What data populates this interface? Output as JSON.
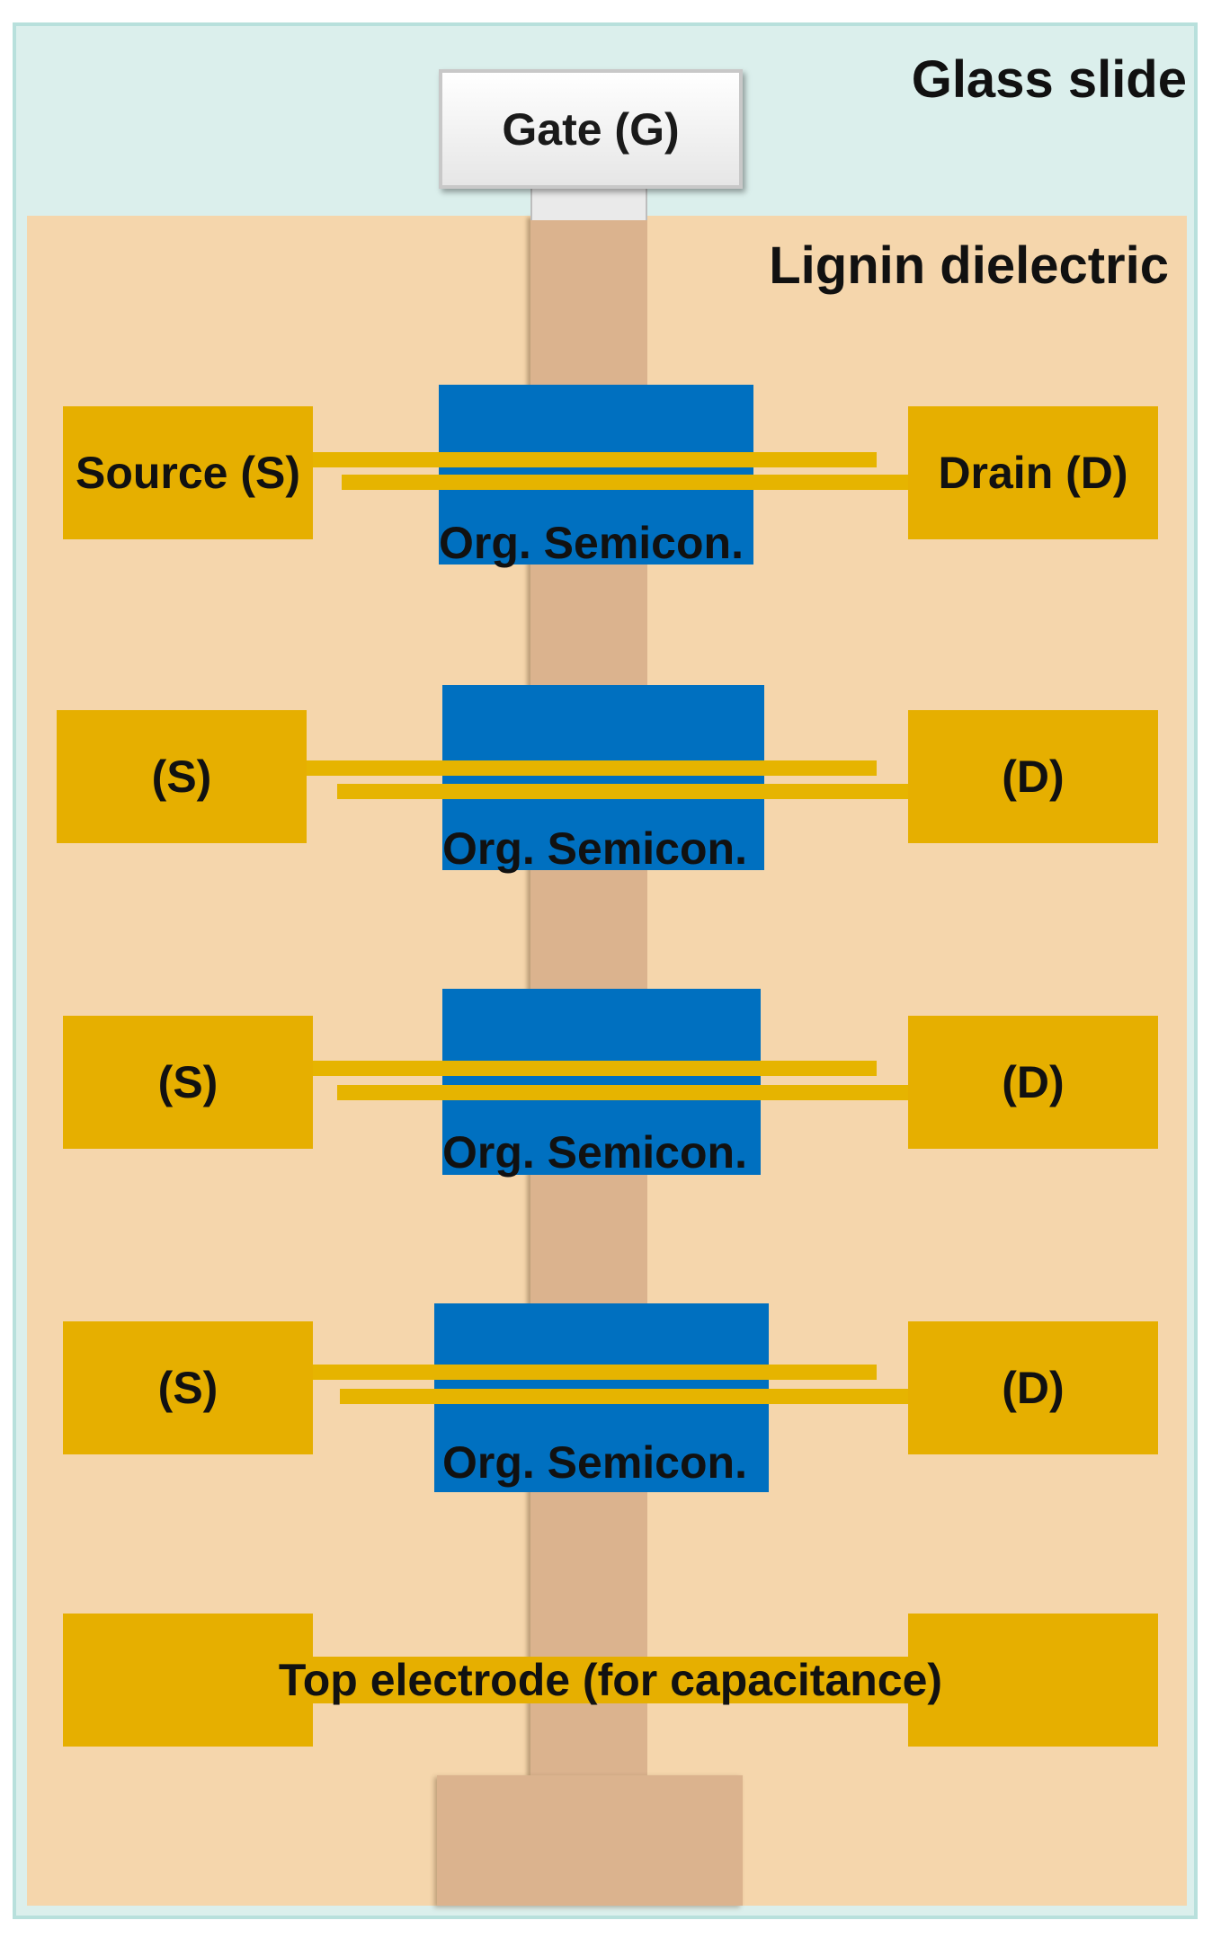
{
  "labels": {
    "glass_slide": "Glass slide",
    "lignin_dielectric": "Lignin dielectric",
    "gate": "Gate (G)",
    "top_electrode": "Top electrode (for capacitance)"
  },
  "transistors": [
    {
      "source": "Source (S)",
      "drain": "Drain (D)",
      "semiconductor": "Org. Semicon."
    },
    {
      "source": "(S)",
      "drain": "(D)",
      "semiconductor": "Org. Semicon."
    },
    {
      "source": "(S)",
      "drain": "(D)",
      "semiconductor": "Org. Semicon."
    },
    {
      "source": "(S)",
      "drain": "(D)",
      "semiconductor": "Org. Semicon."
    }
  ],
  "colors": {
    "glass": "#dbefec",
    "lignin": "#f5d6ac",
    "gate_electrode": "#dbb38e",
    "metal_contacts": "#e6af00",
    "organic_semiconductor": "#0070c0"
  }
}
